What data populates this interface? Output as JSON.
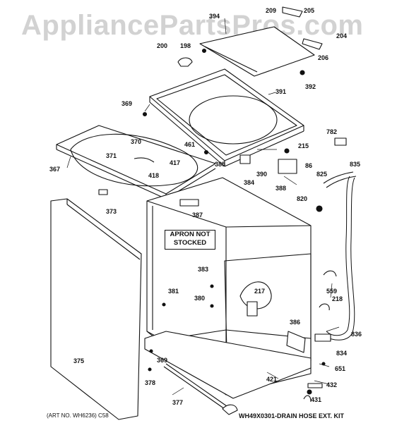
{
  "watermark": "AppliancePartsPros.com",
  "apron_note": {
    "line1": "APRON NOT",
    "line2": "STOCKED"
  },
  "footer": {
    "art_no": "(ART NO. WH6236)  C58",
    "kit": "WH49X0301-DRAIN HOSE EXT. KIT"
  },
  "callouts": [
    "394",
    "209",
    "205",
    "200",
    "198",
    "204",
    "206",
    "392",
    "391",
    "369",
    "782",
    "461",
    "215",
    "370",
    "367",
    "371",
    "417",
    "418",
    "385",
    "384",
    "390",
    "86",
    "825",
    "835",
    "388",
    "373",
    "387",
    "820",
    "383",
    "381",
    "217",
    "380",
    "559",
    "218",
    "386",
    "836",
    "834",
    "375",
    "369",
    "378",
    "651",
    "432",
    "377",
    "421",
    "431"
  ]
}
